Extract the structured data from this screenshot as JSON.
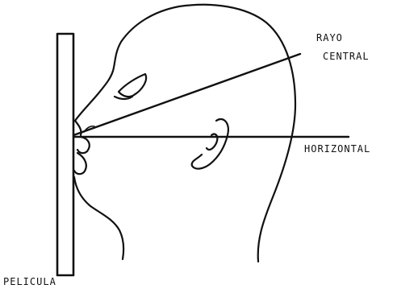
{
  "labels": {
    "rayo": "RAYO",
    "central": "CENTRAL",
    "horizontal": "HORIZONTAL",
    "pelicula": "PELICULA"
  },
  "colors": {
    "ink": "#111111",
    "background": "#ffffff"
  }
}
